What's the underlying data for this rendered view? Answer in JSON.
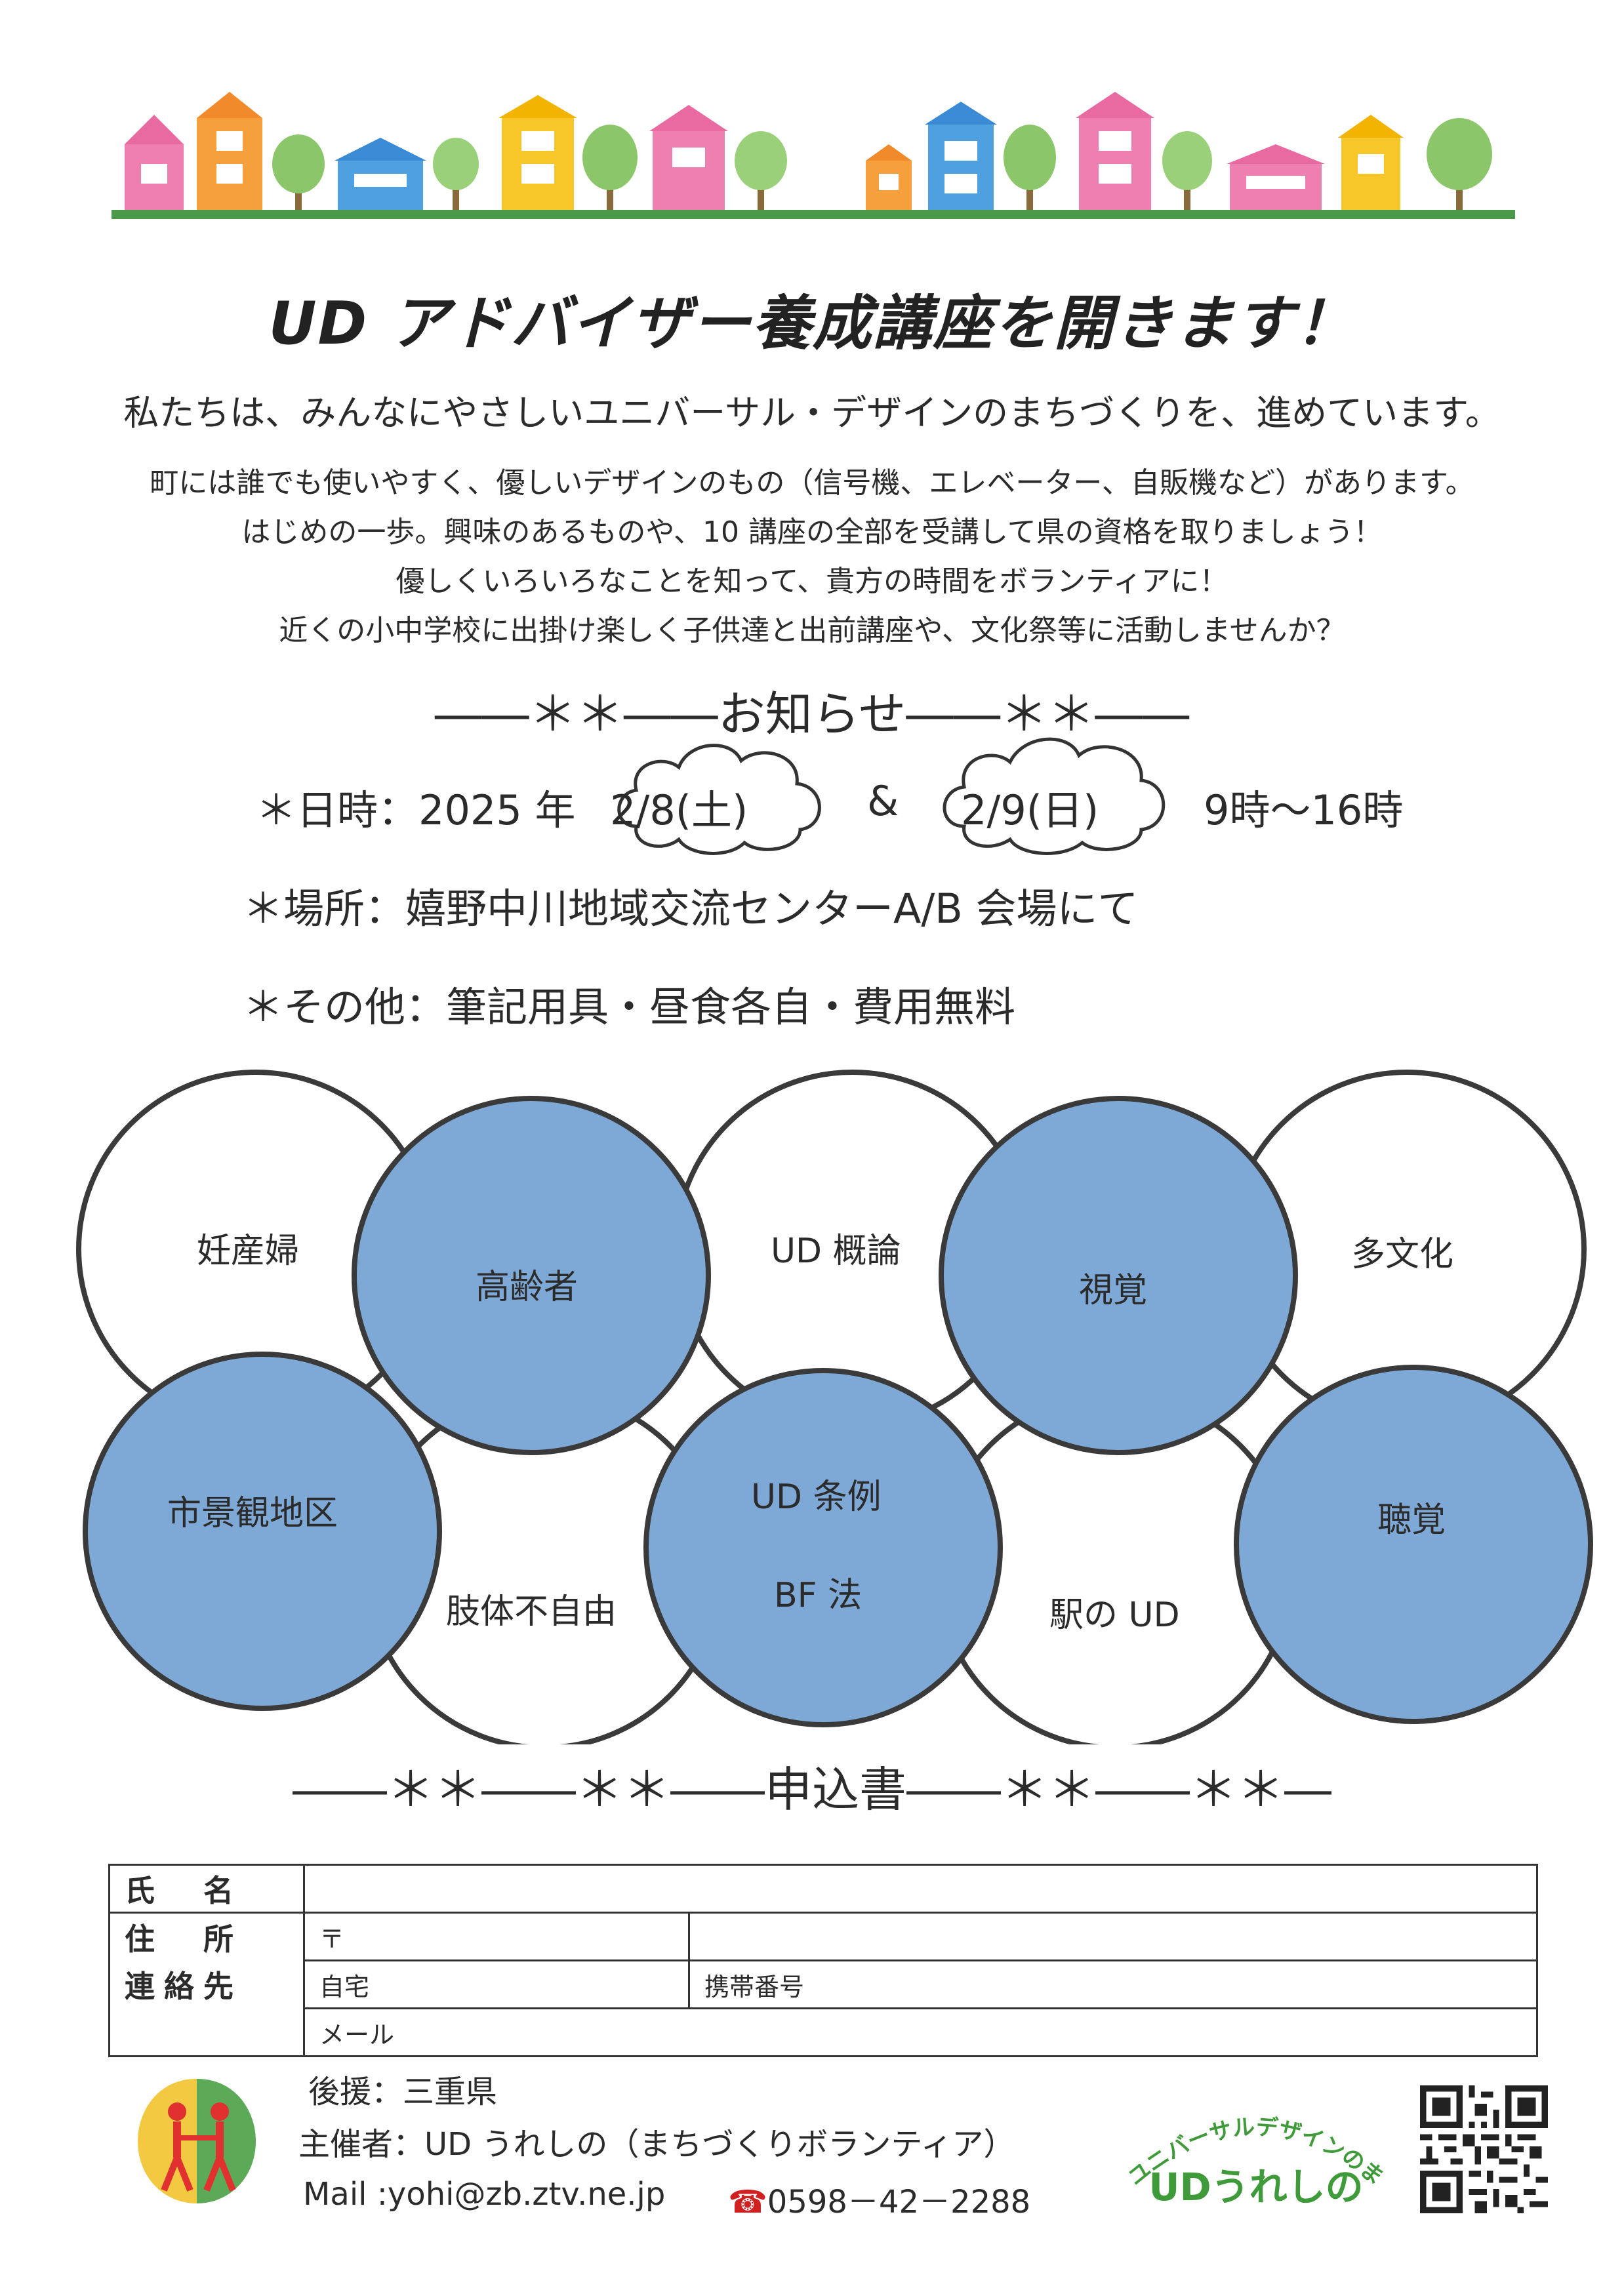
{
  "headline": "UD アドバイザー養成講座を開きます！",
  "intro": {
    "main": "私たちは、みんなにやさしいユニバーサル・デザインのまちづくりを、進めています。",
    "lines": [
      "町には誰でも使いやすく、優しいデザインのもの（信号機、エレベーター、自販機など）があります。",
      "はじめの一歩。興味のあるものや、10 講座の全部を受講して県の資格を取りましょう！",
      "優しくいろいろなことを知って、貴方の時間をボランティアに！",
      "近くの小中学校に出掛け楽しく子供達と出前講座や、文化祭等に活動しませんか？"
    ]
  },
  "notice": {
    "divider": "――＊＊――お知らせ――＊＊――",
    "date_prefix": "＊日時：2025 年",
    "date1": "2/8(土)",
    "and": "&",
    "date2": "2/9(日)",
    "time": "9時～16時",
    "place": "＊場所：嬉野中川地域交流センターA/B 会場にて",
    "other": "＊その他：筆記用具・昼食各自・費用無料"
  },
  "courses": [
    {
      "label": "妊産婦",
      "filled": false
    },
    {
      "label": "高齢者",
      "filled": true
    },
    {
      "label": "UD 概論",
      "filled": false
    },
    {
      "label": "視覚",
      "filled": true
    },
    {
      "label": "多文化",
      "filled": false
    },
    {
      "label": "市景観地区",
      "filled": true
    },
    {
      "label": "肢体不自由",
      "filled": false
    },
    {
      "label": "UD 条例",
      "label2": "BF 法",
      "filled": true
    },
    {
      "label": "駅の UD",
      "filled": false
    },
    {
      "label": "聴覚",
      "filled": true
    }
  ],
  "form": {
    "divider": "――＊＊――＊＊――申込書――＊＊――＊＊―",
    "name_label": "氏　名",
    "address_label": "住　所",
    "contact_label": "連絡先",
    "postal_mark": "〒",
    "home_label": "自宅",
    "mobile_label": "携帯番号",
    "mail_label": "メール"
  },
  "footer": {
    "sponsor": "後援：三重県",
    "organizer": "主催者：UD うれしの（まちづくりボランティア）",
    "mail": "Mail :yohi@zb.ztv.ne.jp",
    "phone": "0598－42－2288",
    "logo_arc_text": "ユニバーサルデザインのまちづくり",
    "logo_name": "UDうれしの"
  },
  "colors": {
    "circle_fill": "#7ea9d6",
    "circle_stroke": "#3a3a3a",
    "ground": "#4a9a4a",
    "logo_green": "#3f9a3a"
  }
}
